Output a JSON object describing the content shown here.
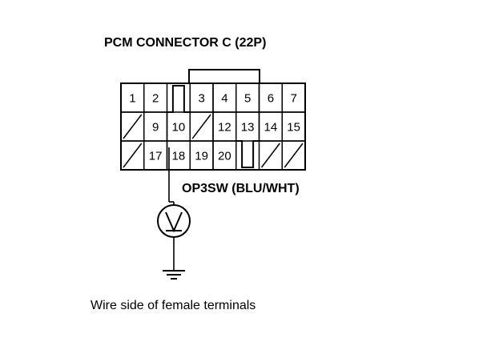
{
  "title": "PCM CONNECTOR C (22P)",
  "wire_label": "OP3SW (BLU/WHT)",
  "caption": "Wire side of female terminals",
  "connector": {
    "rows": [
      [
        {
          "label": "1"
        },
        {
          "label": "2"
        },
        {
          "type": "key"
        },
        {
          "label": "3"
        },
        {
          "label": "4"
        },
        {
          "label": "5"
        },
        {
          "label": "6"
        },
        {
          "label": "7"
        }
      ],
      [
        {
          "type": "empty"
        },
        {
          "label": "9"
        },
        {
          "label": "10"
        },
        {
          "type": "empty"
        },
        {
          "label": "12"
        },
        {
          "label": "13"
        },
        {
          "label": "14"
        },
        {
          "label": "15"
        }
      ],
      [
        {
          "type": "empty"
        },
        {
          "label": "17"
        },
        {
          "label": "18"
        },
        {
          "label": "19"
        },
        {
          "label": "20"
        },
        {
          "type": "key"
        },
        {
          "type": "empty"
        },
        {
          "type": "empty"
        }
      ]
    ]
  },
  "meter_symbol": "V"
}
